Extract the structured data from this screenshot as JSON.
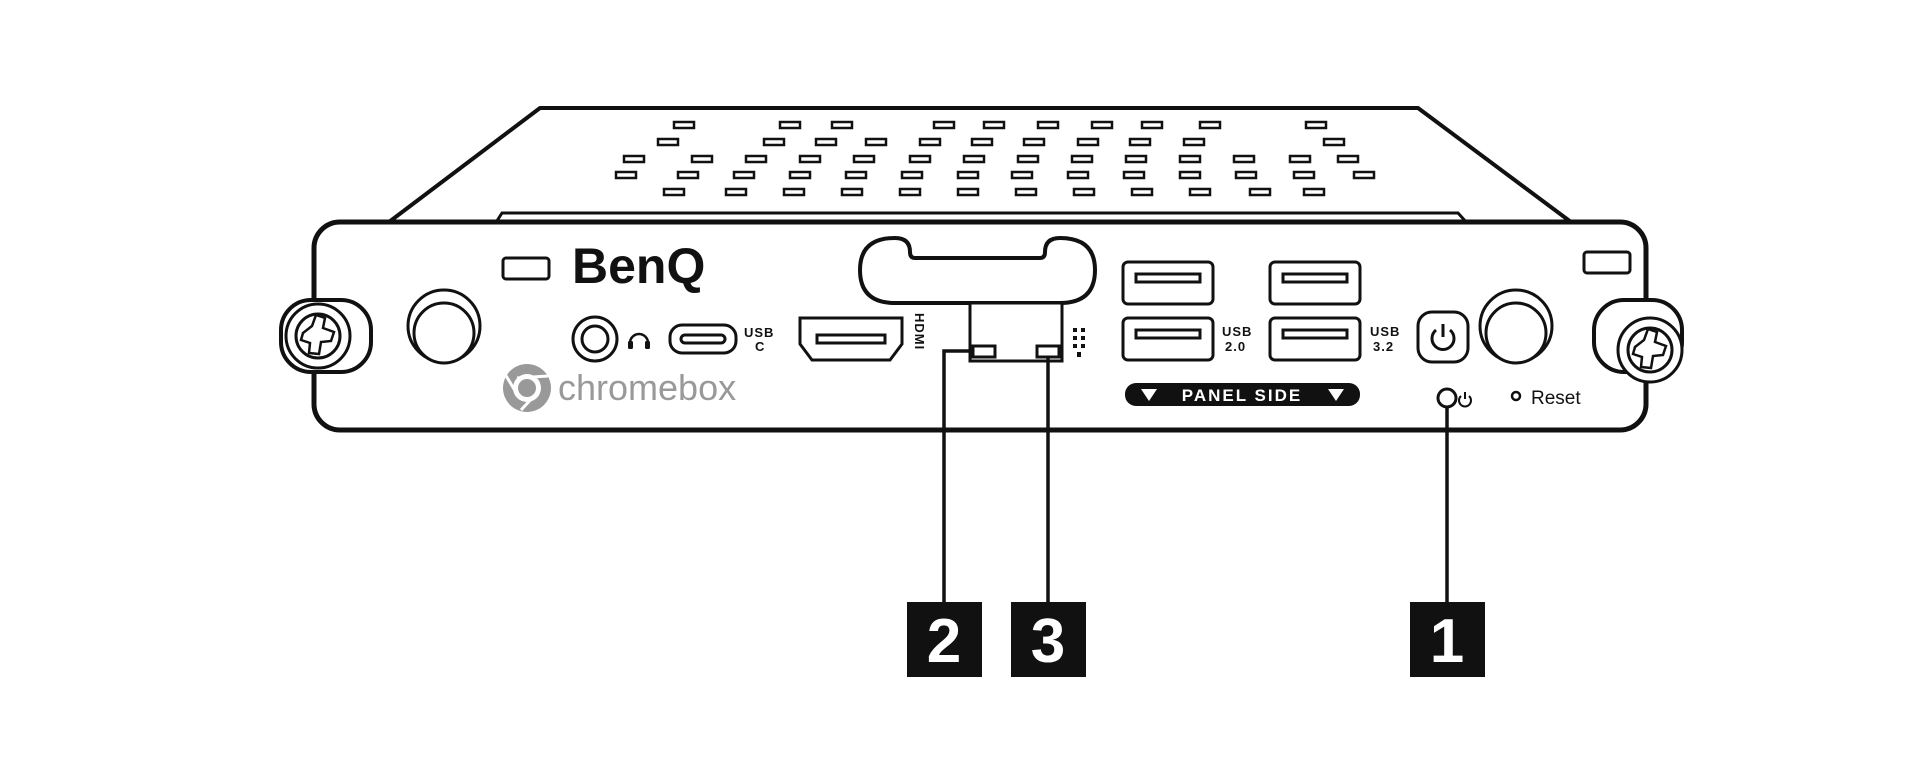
{
  "device": {
    "brand": "BenQ",
    "logo_text": "chromebox",
    "labels": {
      "usb_c_line1": "USB",
      "usb_c_line2": "C",
      "hdmi": "HDMI",
      "usb20_line1": "USB",
      "usb20_line2": "2.0",
      "usb32_line1": "USB",
      "usb32_line2": "3.2",
      "panel_side": "PANEL SIDE",
      "reset": "Reset"
    },
    "icons": [
      "headphone-icon",
      "power-icon",
      "ethernet-icon",
      "chrome-logo-icon"
    ]
  },
  "callouts": [
    {
      "number": "1",
      "target": "power-led"
    },
    {
      "number": "2",
      "target": "lan-led-left"
    },
    {
      "number": "3",
      "target": "lan-led-right"
    }
  ],
  "colors": {
    "line": "#111111",
    "logo_gray": "#999999",
    "callout_bg": "#111111",
    "callout_text": "#ffffff"
  }
}
